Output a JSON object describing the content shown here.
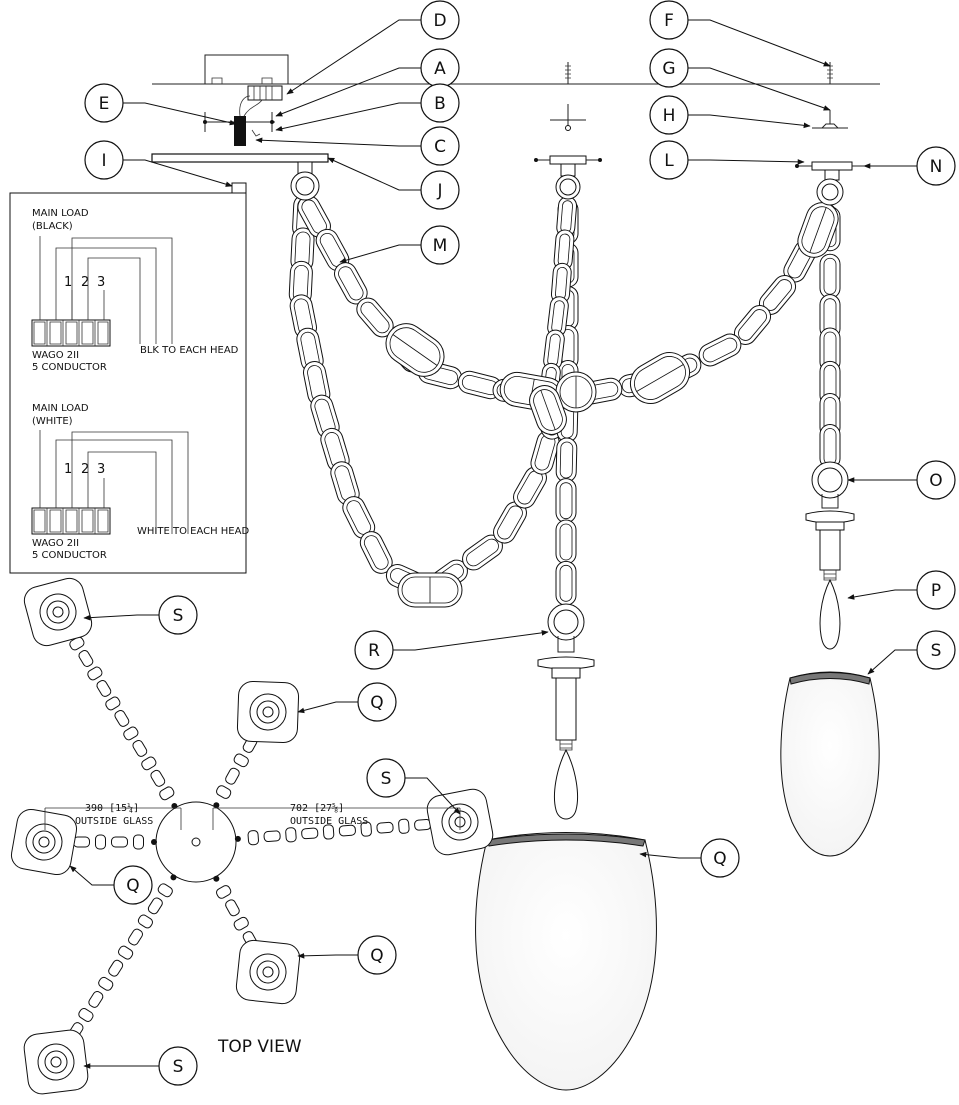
{
  "callouts": {
    "a": "A",
    "b": "B",
    "c": "C",
    "d": "D",
    "e": "E",
    "f": "F",
    "g": "G",
    "h": "H",
    "i": "I",
    "j": "J",
    "l": "L",
    "m": "M",
    "n": "N",
    "o": "O",
    "p": "P",
    "r": "R",
    "q1": "Q",
    "q2": "Q",
    "q3": "Q",
    "q4": "Q",
    "s1": "S",
    "s2": "S",
    "s3": "S",
    "s4": "S"
  },
  "wiring": {
    "black": {
      "title_line1": "MAIN LOAD",
      "title_line2": "(BLACK)",
      "n1": "1",
      "n2": "2",
      "n3": "3",
      "dest": "BLK TO EACH HEAD",
      "connector_line1": "WAGO 2II",
      "connector_line2": "5 CONDUCTOR"
    },
    "white": {
      "title_line1": "MAIN LOAD",
      "title_line2": "(WHITE)",
      "n1": "1",
      "n2": "2",
      "n3": "3",
      "dest": "WHITE TO EACH HEAD",
      "connector_line1": "WAGO 2II",
      "connector_line2": "5 CONDUCTOR"
    }
  },
  "dimensions": {
    "left_value": "390 [15¼]",
    "left_label": "OUTSIDE GLASS",
    "right_value": "702 [27⅝]",
    "right_label": "OUTSIDE GLASS"
  },
  "top_view_label": "TOP VIEW"
}
